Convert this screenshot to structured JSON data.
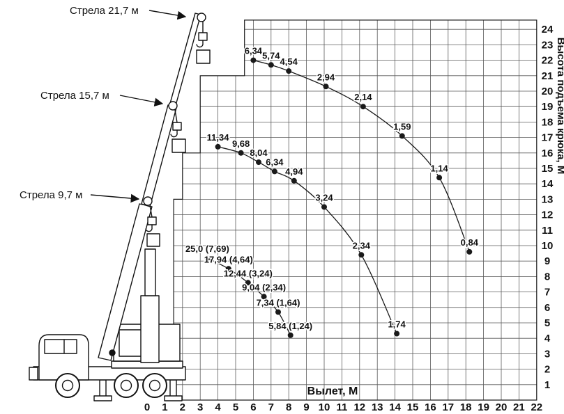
{
  "figure": {
    "background": "#ffffff",
    "line_color": "#1a1a1a",
    "grid_color": "#5a5a5a"
  },
  "crane": {
    "boom_labels": [
      {
        "text": "Стрела 21,7 м"
      },
      {
        "text": "Стрела 15,7 м"
      },
      {
        "text": "Стрела 9,7 м"
      }
    ]
  },
  "chart_data": {
    "type": "line",
    "title": "",
    "xlabel": "Вылет, М",
    "ylabel": "Высота подъема крюка, М",
    "xlim": [
      0,
      22
    ],
    "ylim": [
      0,
      24
    ],
    "grid": true,
    "x_ticks": [
      0,
      1,
      2,
      3,
      4,
      5,
      6,
      7,
      8,
      9,
      10,
      11,
      12,
      13,
      14,
      15,
      16,
      17,
      18,
      19,
      20,
      21,
      22
    ],
    "y_ticks": [
      1,
      2,
      3,
      4,
      5,
      6,
      7,
      8,
      9,
      10,
      11,
      12,
      13,
      14,
      15,
      16,
      17,
      18,
      19,
      20,
      21,
      22,
      23,
      24
    ],
    "grid_outline": [
      [
        22,
        0
      ],
      [
        22,
        24.6
      ],
      [
        5.5,
        24.6
      ],
      [
        5.5,
        21
      ],
      [
        3,
        21
      ],
      [
        3,
        16
      ],
      [
        2,
        16
      ],
      [
        2,
        13
      ],
      [
        1.5,
        13
      ],
      [
        1.5,
        0
      ]
    ],
    "series": [
      {
        "name": "Стрела 21,7 м",
        "points": [
          {
            "x": 6.0,
            "y": 22.0,
            "label": "6,34"
          },
          {
            "x": 7.0,
            "y": 21.7,
            "label": "5,74"
          },
          {
            "x": 8.0,
            "y": 21.3,
            "label": "4,54"
          },
          {
            "x": 10.1,
            "y": 20.3,
            "label": "2,94"
          },
          {
            "x": 12.2,
            "y": 19.0,
            "label": "2,14"
          },
          {
            "x": 14.4,
            "y": 17.1,
            "label": "1,59"
          },
          {
            "x": 16.5,
            "y": 14.4,
            "label": "1,14"
          },
          {
            "x": 18.2,
            "y": 9.6,
            "label": "0,84"
          }
        ]
      },
      {
        "name": "Стрела 15,7 м",
        "points": [
          {
            "x": 4.0,
            "y": 16.4,
            "label": "11,34"
          },
          {
            "x": 5.3,
            "y": 16.0,
            "label": "9,68"
          },
          {
            "x": 6.3,
            "y": 15.4,
            "label": "8,04"
          },
          {
            "x": 7.2,
            "y": 14.8,
            "label": "6,34"
          },
          {
            "x": 8.3,
            "y": 14.2,
            "label": "4,94"
          },
          {
            "x": 10.0,
            "y": 12.5,
            "label": "3,24"
          },
          {
            "x": 12.1,
            "y": 9.4,
            "label": "2,34"
          },
          {
            "x": 14.1,
            "y": 4.3,
            "label": "1,74"
          }
        ]
      },
      {
        "name": "Стрела 9,7 м",
        "points": [
          {
            "x": 3.4,
            "y": 9.2,
            "label": "25,0 (7,69)"
          },
          {
            "x": 4.6,
            "y": 8.5,
            "label": "17,94 (4,64)"
          },
          {
            "x": 5.7,
            "y": 7.6,
            "label": "12,44 (3,24)"
          },
          {
            "x": 6.6,
            "y": 6.7,
            "label": "9,04 (2,34)"
          },
          {
            "x": 7.4,
            "y": 5.7,
            "label": "7,34 (1,64)"
          },
          {
            "x": 8.1,
            "y": 4.2,
            "label": "5,84 (1,24)"
          }
        ]
      }
    ]
  }
}
